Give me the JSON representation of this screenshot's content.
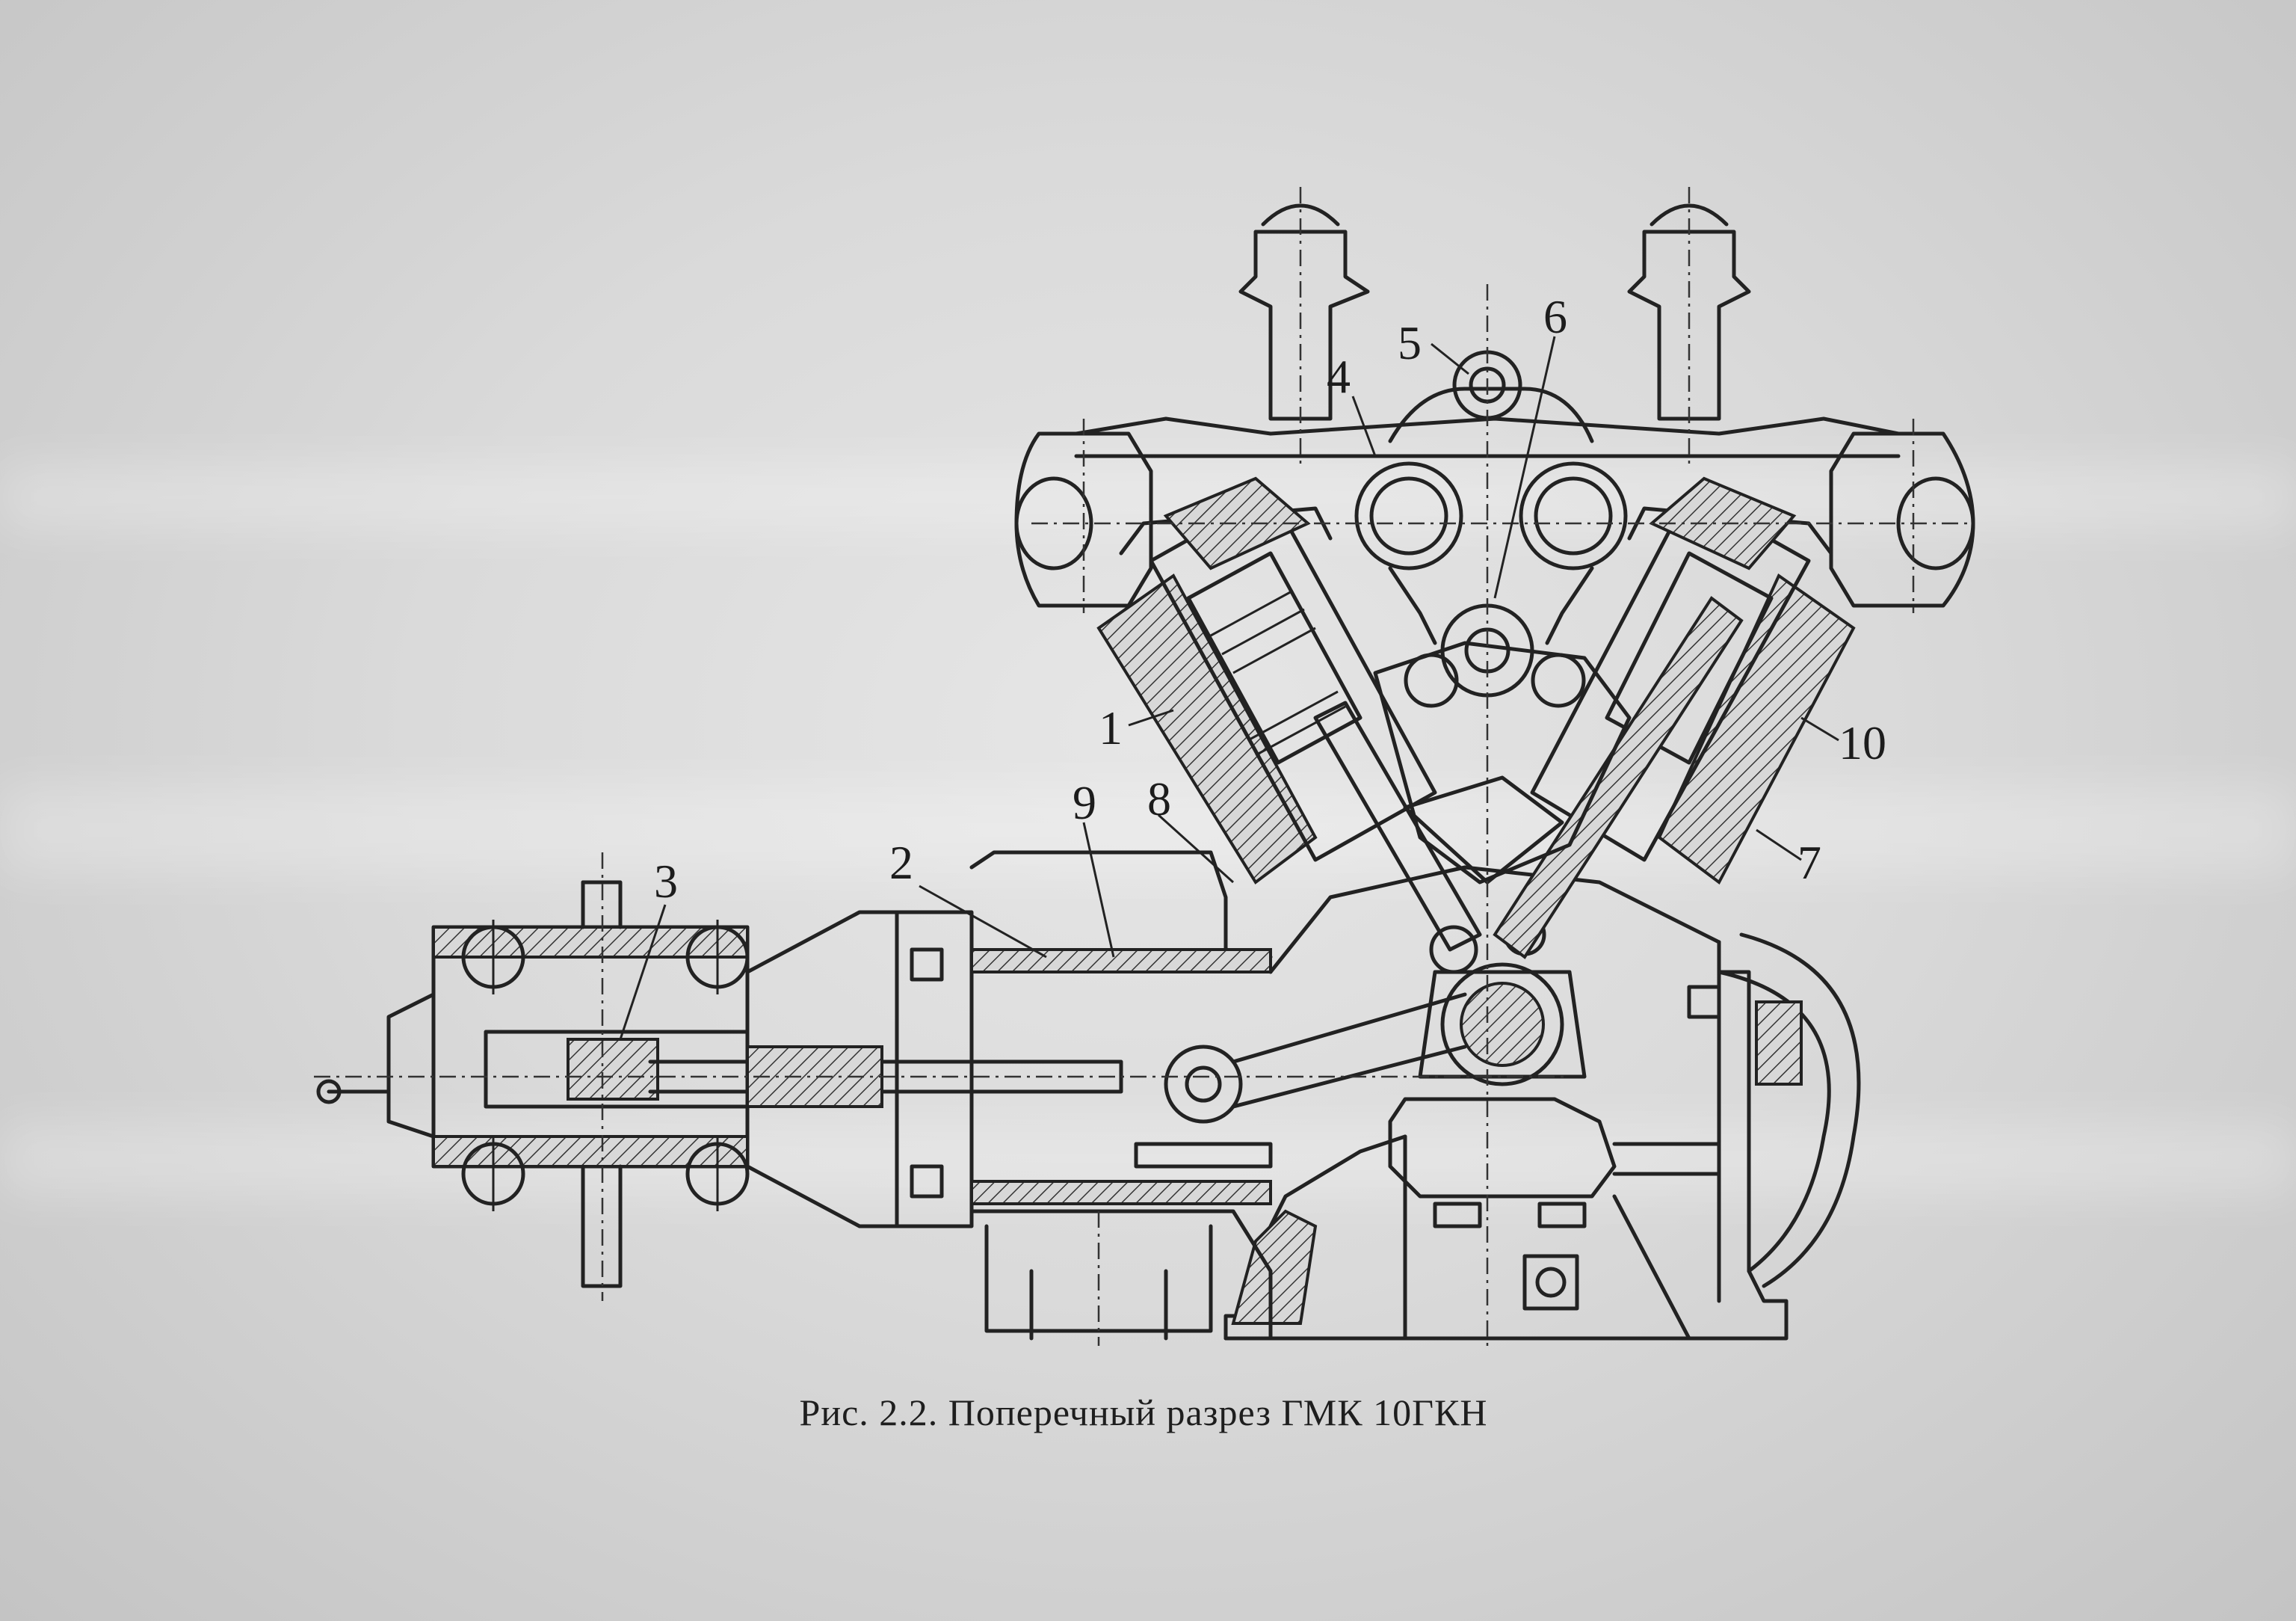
{
  "caption": "Рис. 2.2. Поперечный разрез ГМК 10ГКН",
  "callouts": [
    "1",
    "2",
    "3",
    "4",
    "5",
    "6",
    "7",
    "8",
    "9",
    "10"
  ],
  "colors": {
    "paper": "#dadada",
    "ink": "#222222"
  }
}
